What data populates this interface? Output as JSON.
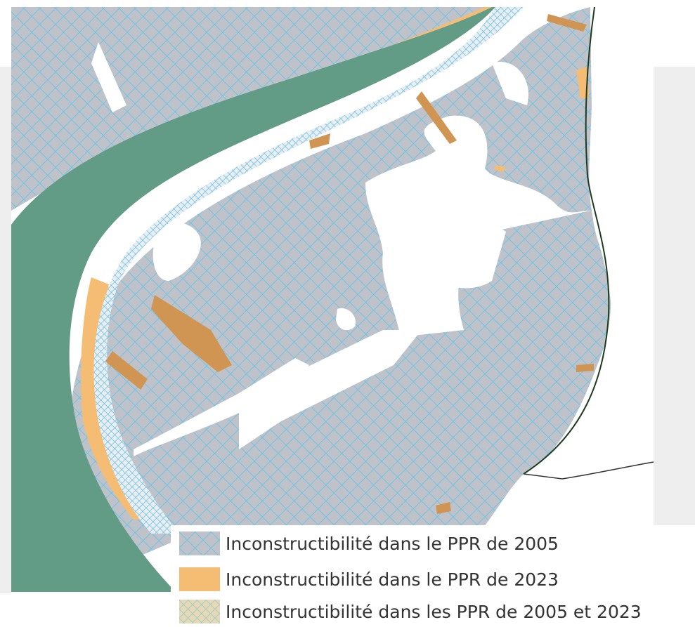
{
  "colors": {
    "river": "#639c86",
    "zone2005_fill": "#bfc3c9",
    "hatch_blue": "#6fc3e6",
    "zone2023_fill": "#f5bd74",
    "both_fill": "#c9cfc0",
    "page_grey": "#eeeeee",
    "boundary": "#1f3b1f"
  },
  "map": {
    "features": [
      "river",
      "flood-zone-2005",
      "flood-zone-2023",
      "flood-zone-both",
      "commune-boundary"
    ]
  },
  "legend": {
    "items": [
      {
        "label": "Inconstructibilité dans le PPR de 2005",
        "swatch": "hatch-grey-blue"
      },
      {
        "label": "Inconstructibilité dans le PPR de 2023",
        "swatch": "solid-orange"
      },
      {
        "label": "Inconstructibilité dans les PPR de 2005 et 2023",
        "swatch": "hatch-orange-green"
      }
    ]
  }
}
